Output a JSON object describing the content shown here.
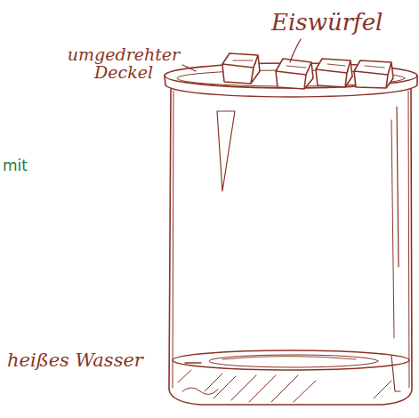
{
  "diagram": {
    "labels": [
      "Eiswürfel",
      "umgedrehter Deckel",
      "heißes Wasser",
      "mit"
    ]
  }
}
